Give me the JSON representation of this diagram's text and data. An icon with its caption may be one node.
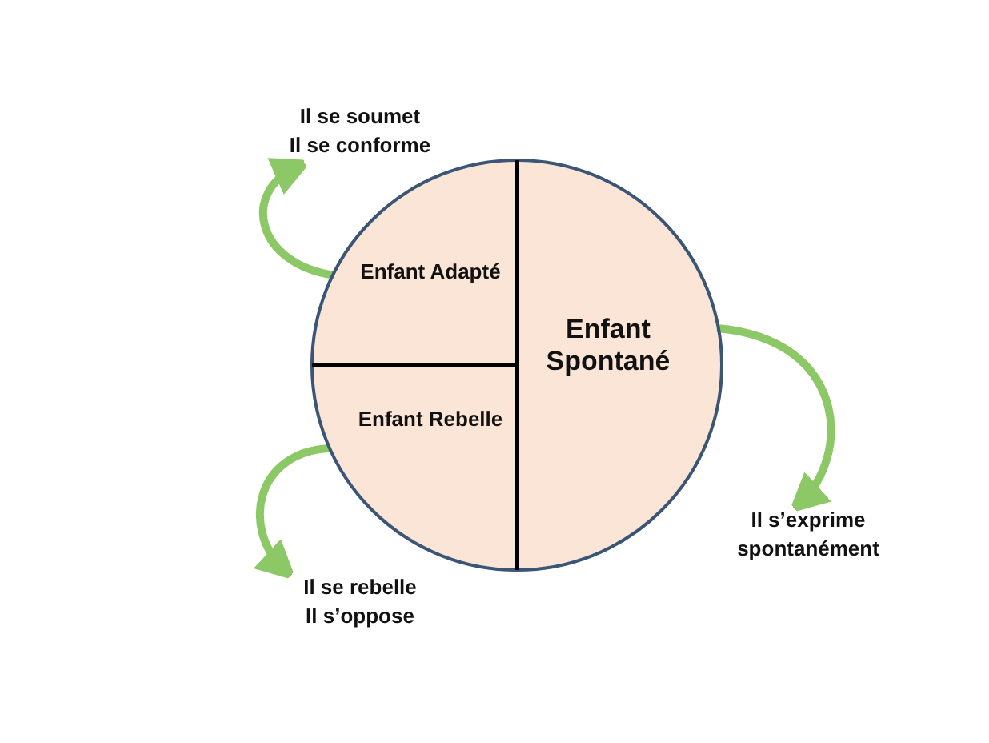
{
  "diagram": {
    "nodes": [
      {
        "text": [],
        "shape": "circle"
      },
      {
        "text": [
          "Enfant Adapté"
        ],
        "in": 0
      },
      {
        "text": [
          "Enfant Rebelle"
        ],
        "in": 0
      },
      {
        "text": [
          "Enfant Spontané"
        ],
        "in": 0
      },
      {
        "text": [
          "Il se soumet",
          "Il se conforme"
        ]
      },
      {
        "text": [
          "Il se rebelle",
          "Il s’oppose"
        ]
      },
      {
        "text": [
          "Il s’exprime spontanément"
        ]
      }
    ],
    "edges": [
      {
        "from": 1,
        "to": 4,
        "arrow": "to"
      },
      {
        "from": 2,
        "to": 5,
        "arrow": "to"
      },
      {
        "from": 3,
        "to": 6,
        "arrow": "to"
      }
    ]
  }
}
